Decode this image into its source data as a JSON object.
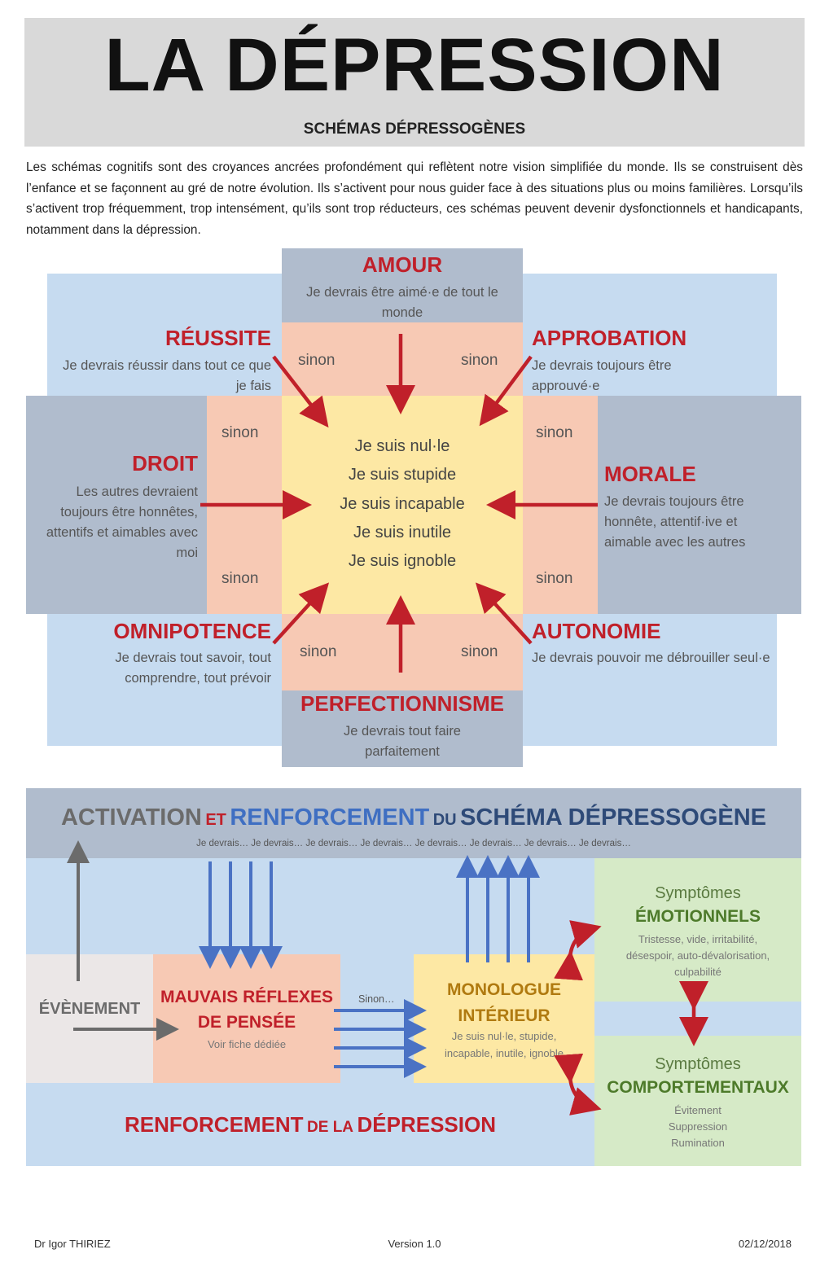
{
  "title": "LA DÉPRESSION",
  "subtitle": "SCHÉMAS DÉPRESSOGÈNES",
  "intro": "Les schémas cognitifs sont des croyances ancrées profondément qui reflètent notre vision simplifiée du monde. Ils se construisent dès l’enfance et se façonnent au gré de notre évolution. Ils s’activent pour nous guider face à des situations plus ou moins familières. Lorsqu’ils s’activent trop fréquemment, trop intensément, qu’ils sont trop réducteurs, ces schémas peuvent devenir dysfonctionnels et handicapants, notamment dans la dépression.",
  "schemas": {
    "amour": {
      "title": "AMOUR",
      "text": "Je devrais être aimé·e de tout le monde"
    },
    "reussite": {
      "title": "RÉUSSITE",
      "text": "Je devrais réussir dans tout ce que je fais"
    },
    "approbation": {
      "title": "APPROBATION",
      "text": "Je devrais toujours être approuvé·e"
    },
    "droit": {
      "title": "DROIT",
      "text": "Les autres devraient toujours être honnêtes, attentifs et aimables avec moi"
    },
    "morale": {
      "title": "MORALE",
      "text": "Je devrais toujours être honnête, attentif·ive et aimable avec les autres"
    },
    "omnipotence": {
      "title": "OMNIPOTENCE",
      "text": "Je devrais tout savoir, tout comprendre, tout prévoir"
    },
    "autonomie": {
      "title": "AUTONOMIE",
      "text": "Je devrais pouvoir me débrouiller seul·e"
    },
    "perfectionnisme": {
      "title": "PERFECTIONNISME",
      "text": "Je devrais tout faire parfaitement"
    }
  },
  "sinon": "sinon",
  "core_beliefs": [
    "Je suis nul·le",
    "Je suis stupide",
    "Je suis incapable",
    "Je suis inutile",
    "Je suis ignoble"
  ],
  "activation": {
    "word_activation": "ACTIVATION",
    "word_et": "ET",
    "word_renforcement": "RENFORCEMENT",
    "word_du": "DU",
    "word_schema": "SCHÉMA DÉPRESSOGÈNE",
    "devrais_line": "Je devrais… Je devrais… Je devrais… Je devrais… Je devrais… Je devrais… Je devrais… Je devrais…"
  },
  "flow": {
    "evenement": "ÉVÈNEMENT",
    "reflexes_title_1": "MAUVAIS RÉFLEXES",
    "reflexes_title_2": "DE PENSÉE",
    "reflexes_note": "Voir fiche dédiée",
    "sinon_dots": "Sinon…",
    "monologue_title_1": "MONOLOGUE",
    "monologue_title_2": "INTÉRIEUR",
    "monologue_text_1": "Je suis nul·le, stupide,",
    "monologue_text_2": "incapable, inutile, ignoble",
    "emo_label": "Symptômes",
    "emo_title": "ÉMOTIONNELS",
    "emo_text_1": "Tristesse, vide, irritabilité,",
    "emo_text_2": "désespoir, auto-dévalorisation,",
    "emo_text_3": "culpabilité",
    "comp_label": "Symptômes",
    "comp_title": "COMPORTEMENTAUX",
    "comp_items": [
      "Évitement",
      "Suppression",
      "Rumination"
    ],
    "renf_word_1": "RENFORCEMENT",
    "renf_word_de": "DE LA",
    "renf_word_2": "DÉPRESSION"
  },
  "footer": {
    "author": "Dr Igor THIRIEZ",
    "version": "Version 1.0",
    "date": "02/12/2018"
  },
  "colors": {
    "red": "#c0202a",
    "blue_arrow": "#4a72c4",
    "gray_text": "#6b6b6b",
    "blue_text": "#3f6fc2",
    "dark_blue": "#2e4a78"
  }
}
